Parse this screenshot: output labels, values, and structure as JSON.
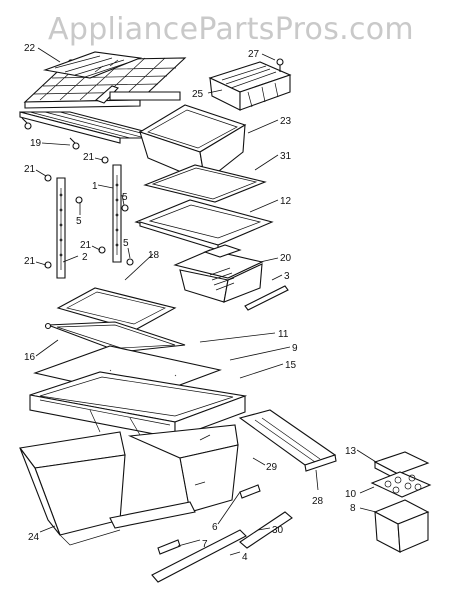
{
  "watermark": "AppliancePartsPros.com",
  "callouts": {
    "c22": "22",
    "c27": "27",
    "c25": "25",
    "c23": "23",
    "c19": "19",
    "c21a": "21",
    "c21b": "21",
    "c1": "1",
    "c5a": "5",
    "c31": "31",
    "c5b": "5",
    "c12": "12",
    "c21c": "21",
    "c5c": "5",
    "c18": "18",
    "c20": "20",
    "c21d": "21",
    "c2": "2",
    "c3": "3",
    "c11": "11",
    "c9": "9",
    "c16": "16",
    "c15": "15",
    "c29": "29",
    "c13": "13",
    "c10": "10",
    "c28": "28",
    "c8": "8",
    "c24": "24",
    "c6": "6",
    "c30": "30",
    "c7": "7",
    "c4": "4"
  }
}
